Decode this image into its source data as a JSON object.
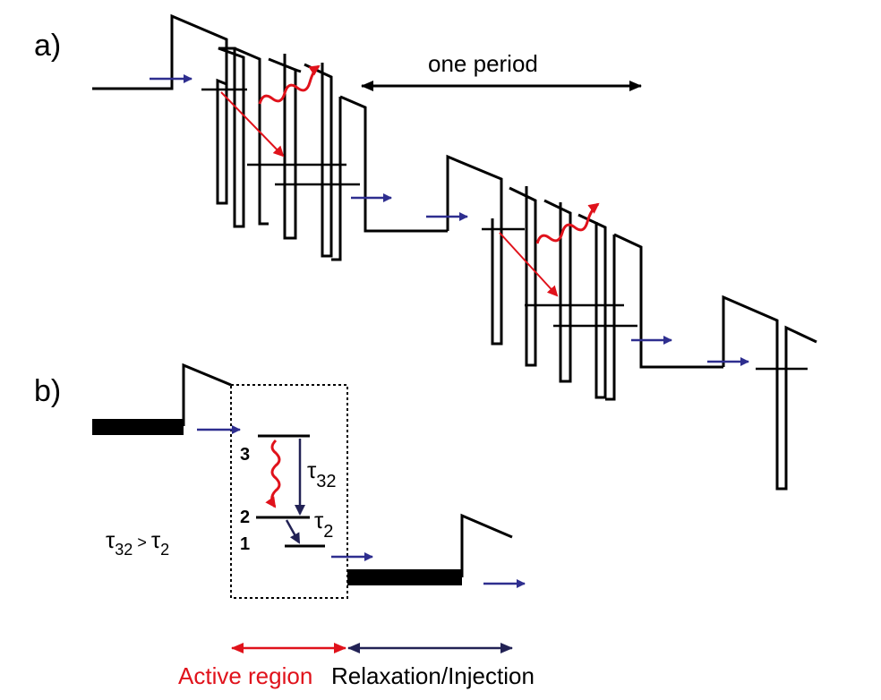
{
  "panel_a": {
    "label": "a)",
    "period_label": "one period"
  },
  "panel_b": {
    "label": "b)",
    "level_3": "3",
    "level_2": "2",
    "level_1": "1",
    "tau_32": {
      "tau": "τ",
      "sub": "32"
    },
    "tau_2": {
      "tau": "τ",
      "sub": "2"
    },
    "inequality": {
      "tau_a": "τ",
      "sub_a": "32",
      "op": " > ",
      "tau_b": "τ",
      "sub_b": "2"
    },
    "active_region_label": "Active region",
    "relaxation_label": "Relaxation/Injection"
  },
  "colors": {
    "black": "#000000",
    "electron_arrow": "#2e2e8f",
    "photon_red": "#e0121b",
    "relaxation_arrow": "#222255"
  },
  "icons": {
    "photon": "wavy-arrow-icon",
    "transition": "straight-arrow-icon",
    "electron_flow": "small-arrow-icon"
  }
}
